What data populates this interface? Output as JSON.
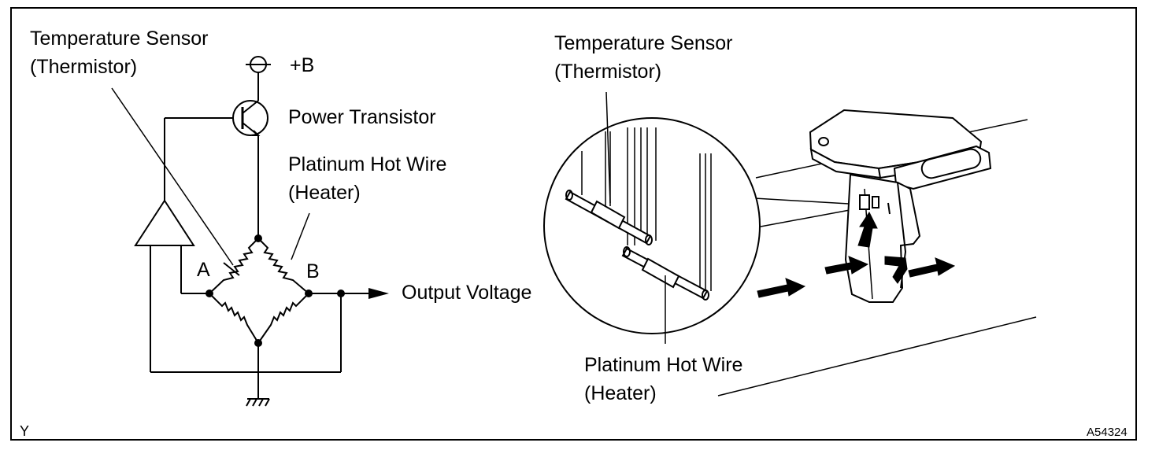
{
  "schematic": {
    "temp_sensor_line1": "Temperature Sensor",
    "temp_sensor_line2": "(Thermistor)",
    "supply": "+B",
    "power_transistor": "Power Transistor",
    "hot_wire_line1": "Platinum Hot Wire",
    "hot_wire_line2": "(Heater)",
    "node_a": "A",
    "node_b": "B",
    "output": "Output Voltage"
  },
  "illustration": {
    "temp_sensor_line1": "Temperature Sensor",
    "temp_sensor_line2": "(Thermistor)",
    "hot_wire_line1": "Platinum Hot Wire",
    "hot_wire_line2": "(Heater)"
  },
  "footer": {
    "corner_mark": "Y",
    "figure_code": "A54324"
  }
}
